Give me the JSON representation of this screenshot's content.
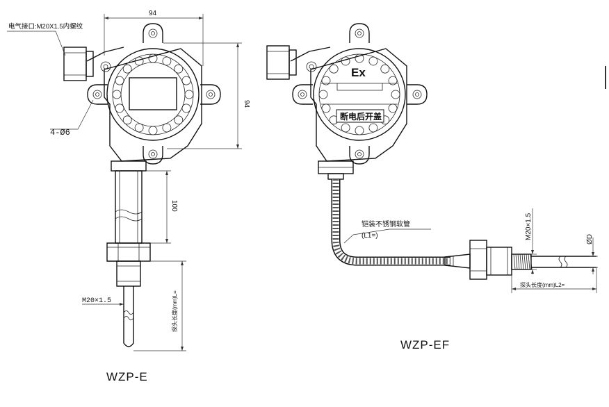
{
  "labels": {
    "left_electrical_interface": "电气接口:M20X1.5内螺纹",
    "left_width_dim": "94",
    "left_height_dim": "94",
    "left_mount_holes": "4-Ø6",
    "left_stem_length": "100",
    "left_thread": "M20×1.5",
    "left_probe_length": "探头长度(mm)L=",
    "left_model": "WZP-E",
    "right_ex_mark": "Ex",
    "right_warning": "断电后开盖",
    "right_armored_hose": "铠装不锈钢软管",
    "right_hose_length": "(L1=)",
    "right_thread": "M20×1.5",
    "right_diameter": "ØD",
    "right_probe_length": "探头长度(mm)L2=",
    "right_model": "WZP-EF"
  }
}
